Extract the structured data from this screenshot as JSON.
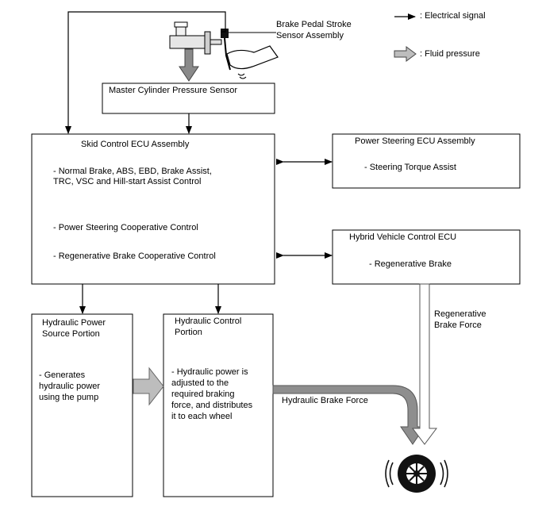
{
  "legend": {
    "electrical": ": Electrical signal",
    "fluid": ": Fluid pressure"
  },
  "sensor": {
    "line1": "Brake Pedal Stroke",
    "line2": "Sensor Assembly"
  },
  "master_cylinder": {
    "title": "Master Cylinder Pressure Sensor"
  },
  "skid_ecu": {
    "title": "Skid Control ECU Assembly",
    "item1_line1": "- Normal Brake, ABS, EBD, Brake Assist,",
    "item1_line2": "TRC, VSC and Hill-start Assist Control",
    "item2": "- Power Steering Cooperative Control",
    "item3": "- Regenerative Brake Cooperative Control"
  },
  "power_steering": {
    "title": "Power Steering ECU Assembly",
    "item": "- Steering Torque Assist"
  },
  "hybrid": {
    "title": "Hybrid Vehicle Control ECU",
    "item": "- Regenerative Brake"
  },
  "hydraulic_power": {
    "title_line1": "Hydraulic Power",
    "title_line2": "Source Portion",
    "d1": "- Generates",
    "d2": "hydraulic power",
    "d3": "using the pump"
  },
  "hydraulic_control": {
    "title_line1": "Hydraulic Control",
    "title_line2": "Portion",
    "d1": "- Hydraulic power is",
    "d2": "adjusted to the",
    "d3": "required braking",
    "d4": "force, and distributes",
    "d5": "it to each wheel"
  },
  "forces": {
    "regen_line1": "Regenerative",
    "regen_line2": "Brake Force",
    "hydraulic": "Hydraulic Brake Force"
  },
  "icons": {
    "electrical_arrow": "electrical-signal-arrow-icon",
    "fluid_arrow": "fluid-pressure-arrow-icon",
    "pedal": "brake-pedal-icon",
    "wheel": "wheel-icon"
  }
}
